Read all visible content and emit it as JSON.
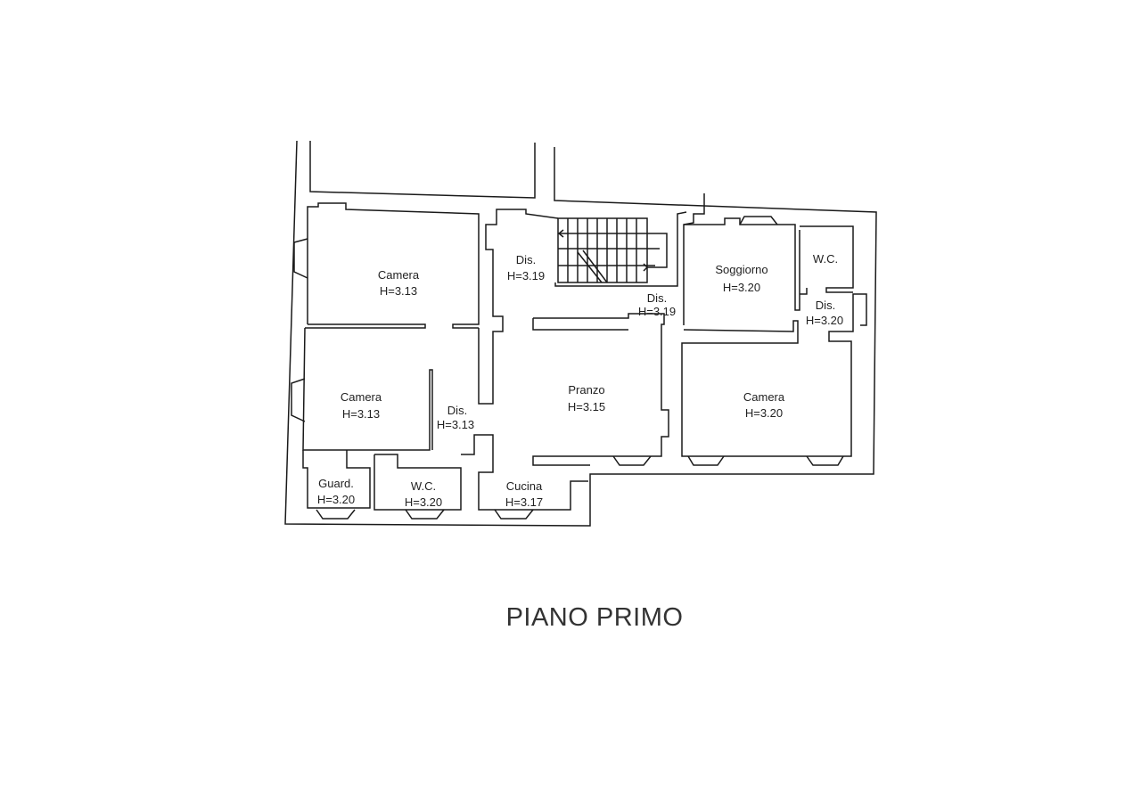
{
  "title": "PIANO PRIMO",
  "rooms": [
    {
      "name": "Camera",
      "height": "H=3.13"
    },
    {
      "name": "Camera",
      "height": "H=3.13"
    },
    {
      "name": "Dis.",
      "height": "H=3.19"
    },
    {
      "name": "Dis.",
      "height": "H=3.13"
    },
    {
      "name": "Dis.",
      "height": "H=3.19"
    },
    {
      "name": "Soggiorno",
      "height": "H=3.20"
    },
    {
      "name": "W.C.",
      "height": ""
    },
    {
      "name": "Dis.",
      "height": "H=3.20"
    },
    {
      "name": "Pranzo",
      "height": "H=3.15"
    },
    {
      "name": "Camera",
      "height": "H=3.20"
    },
    {
      "name": "Guard.",
      "height": "H=3.20"
    },
    {
      "name": "W.C.",
      "height": "H=3.20"
    },
    {
      "name": "Cucina",
      "height": "H=3.17"
    }
  ]
}
